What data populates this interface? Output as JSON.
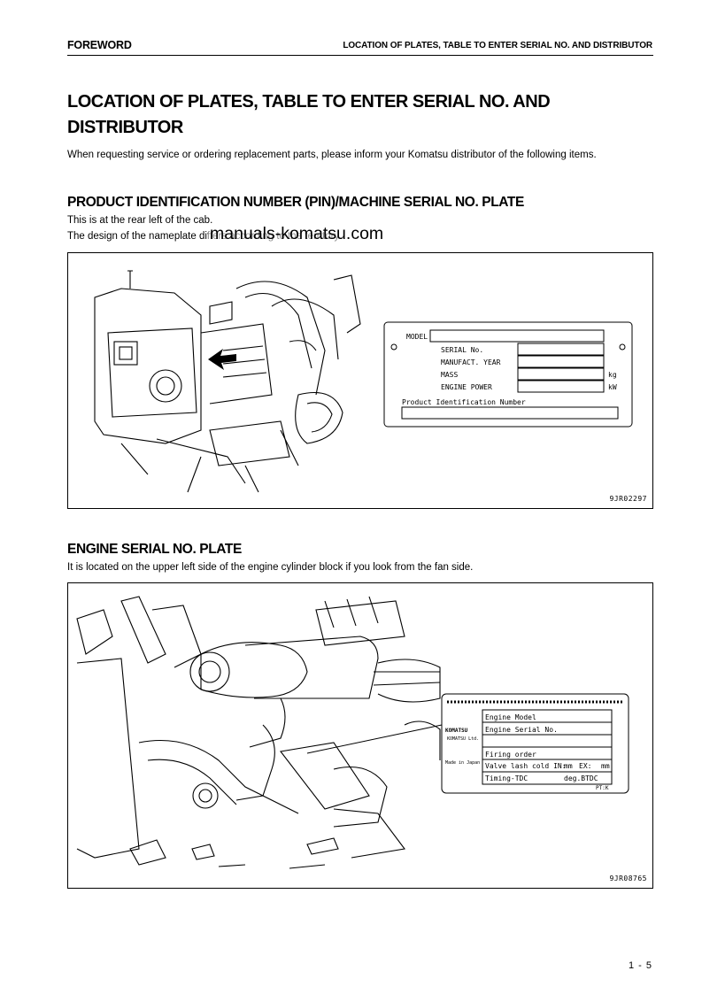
{
  "header": {
    "left": "FOREWORD",
    "right": "LOCATION OF PLATES, TABLE TO ENTER SERIAL NO. AND DISTRIBUTOR"
  },
  "title_line1": "LOCATION OF PLATES, TABLE TO ENTER SERIAL NO. AND",
  "title_line2": "DISTRIBUTOR",
  "intro": "When requesting service or ordering replacement parts, please inform your Komatsu distributor of the following items.",
  "section1": {
    "heading": "PRODUCT IDENTIFICATION NUMBER (PIN)/MACHINE SERIAL NO. PLATE",
    "line1": "This is at the rear left of the cab.",
    "line2": "The design of the nameplate differs according to the territory.",
    "figure_id": "9JR02297",
    "plate": {
      "model": "MODEL",
      "serial": "SERIAL No.",
      "year": "MANUFACT. YEAR",
      "mass": "MASS",
      "power": "ENGINE POWER",
      "mass_unit": "kg",
      "power_unit": "kW",
      "pin": "Product Identification Number"
    }
  },
  "watermark": "manuals-komatsu.com",
  "section2": {
    "heading": "ENGINE SERIAL NO. PLATE",
    "line1": "It is located on the upper left side of the engine cylinder block if you look from the fan side.",
    "figure_id": "9JR08765",
    "plate": {
      "brand": "KOMATSU",
      "company": "KOMATSU Ltd.",
      "origin": "Made in Japan",
      "engine_model": "Engine Model",
      "engine_serial": "Engine Serial No.",
      "firing": "Firing order",
      "valve": "Valve lash cold IN:",
      "mm1": "mm",
      "ex": "EX:",
      "mm2": "mm",
      "timing": "Timing-TDC",
      "deg": "deg.BTDC",
      "ptk": "PT:K"
    }
  },
  "page_number": "1 - 5"
}
